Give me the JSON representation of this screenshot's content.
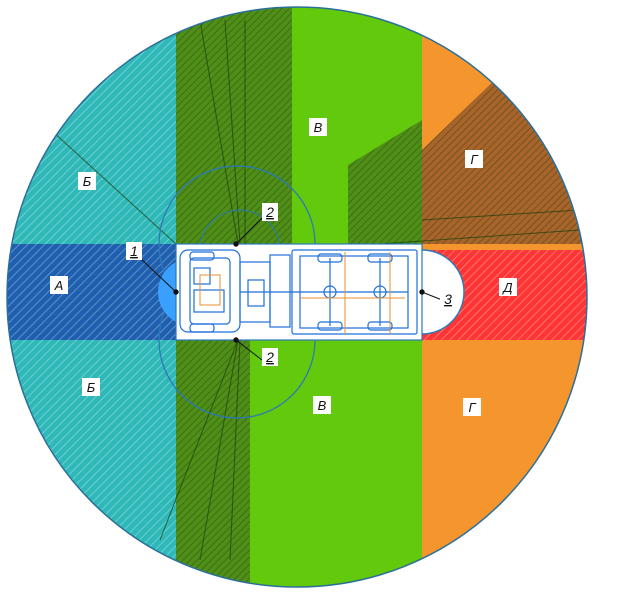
{
  "colors": {
    "zone_a": "#1f5fb0",
    "zone_b": "#2fb8b8",
    "zone_v": "#63c90c",
    "zone_v_dark": "#4f8f18",
    "zone_g": "#f5952e",
    "zone_g_dark": "#a8642a",
    "zone_d": "#ff3434",
    "vehicle": "#1e6fd9",
    "vehicle_fill": "#3aa0ff",
    "outline": "#2a7ab8"
  },
  "zones": {
    "a": "А",
    "b_top": "Б",
    "b_bottom": "Б",
    "v_top": "В",
    "v_bottom": "В",
    "g_top": "Г",
    "g_bottom": "Г",
    "d": "Д"
  },
  "callouts": {
    "c1": "1",
    "c2_top": "2",
    "c2_bottom": "2",
    "c3": "3"
  }
}
